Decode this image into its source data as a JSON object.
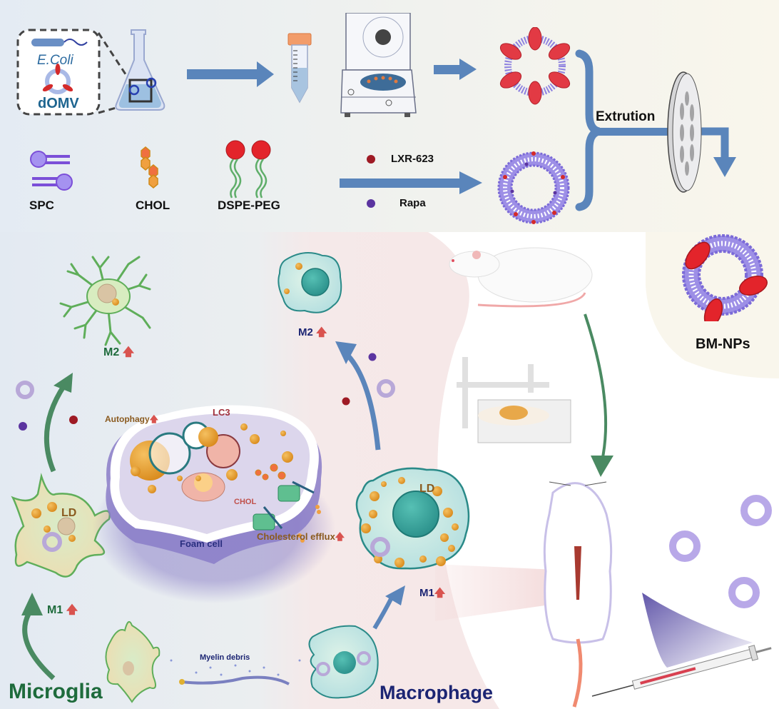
{
  "synthesis": {
    "bacteria_label": "E.Coli",
    "vesicle_label": "dOMV",
    "lipids": [
      {
        "id": "spc",
        "label": "SPC"
      },
      {
        "id": "chol",
        "label": "CHOL"
      },
      {
        "id": "dspe",
        "label": "DSPE-PEG"
      }
    ],
    "drugs": [
      {
        "id": "lxr",
        "label": "LXR-623",
        "color": "#9e1a24"
      },
      {
        "id": "rapa",
        "label": "Rapa",
        "color": "#5b34a0"
      }
    ],
    "process_label": "Extrution",
    "product_label": "BM-NPs"
  },
  "microglia": {
    "title": "Microglia",
    "m2_label": "M2",
    "m1_label": "M1",
    "ld_label": "LD"
  },
  "foam_cell": {
    "title": "Foam cell",
    "autophagy_label": "Autophagy",
    "lc3_label": "LC3",
    "chol_label": "CHOL",
    "efflux_label": "Cholesterol efflux"
  },
  "macrophage": {
    "title": "Macrophage",
    "m2_label": "M2",
    "m1_label": "M1",
    "ld_label": "LD"
  },
  "debris_label": "Myelin debris",
  "colors": {
    "arrow_blue": "#5a85bb",
    "arrow_green": "#4a8a62",
    "up_arrow_red": "#d9534f",
    "microglia_text": "#1e6b3c",
    "macrophage_text": "#1c2573",
    "brown_text": "#8a5a1e",
    "bg_left": "#e4ebf2",
    "bg_right": "#f9f6ec",
    "bg_pink": "#f6e8e8"
  }
}
